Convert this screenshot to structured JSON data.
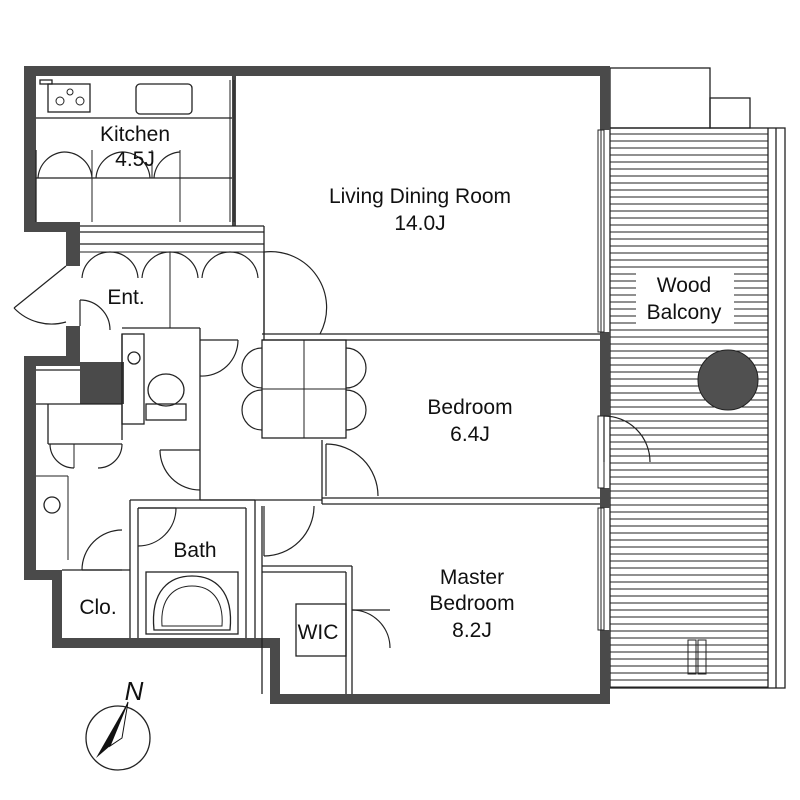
{
  "rooms": {
    "kitchen": {
      "name": "Kitchen",
      "size": "4.5J"
    },
    "ldk": {
      "name": "Living Dining Room",
      "size": "14.0J"
    },
    "balcony": {
      "name_line1": "Wood",
      "name_line2": "Balcony"
    },
    "entrance": {
      "name": "Ent."
    },
    "bedroom": {
      "name": "Bedroom",
      "size": "6.4J"
    },
    "bath": {
      "name": "Bath"
    },
    "master": {
      "name_line1": "Master",
      "name_line2": "Bedroom",
      "size": "8.2J"
    },
    "wic": {
      "name": "WIC"
    },
    "closet": {
      "name": "Clo."
    }
  },
  "compass": {
    "north_label": "N"
  },
  "colors": {
    "wall": "#4a4a4a",
    "line": "#222222",
    "background": "#ffffff"
  }
}
